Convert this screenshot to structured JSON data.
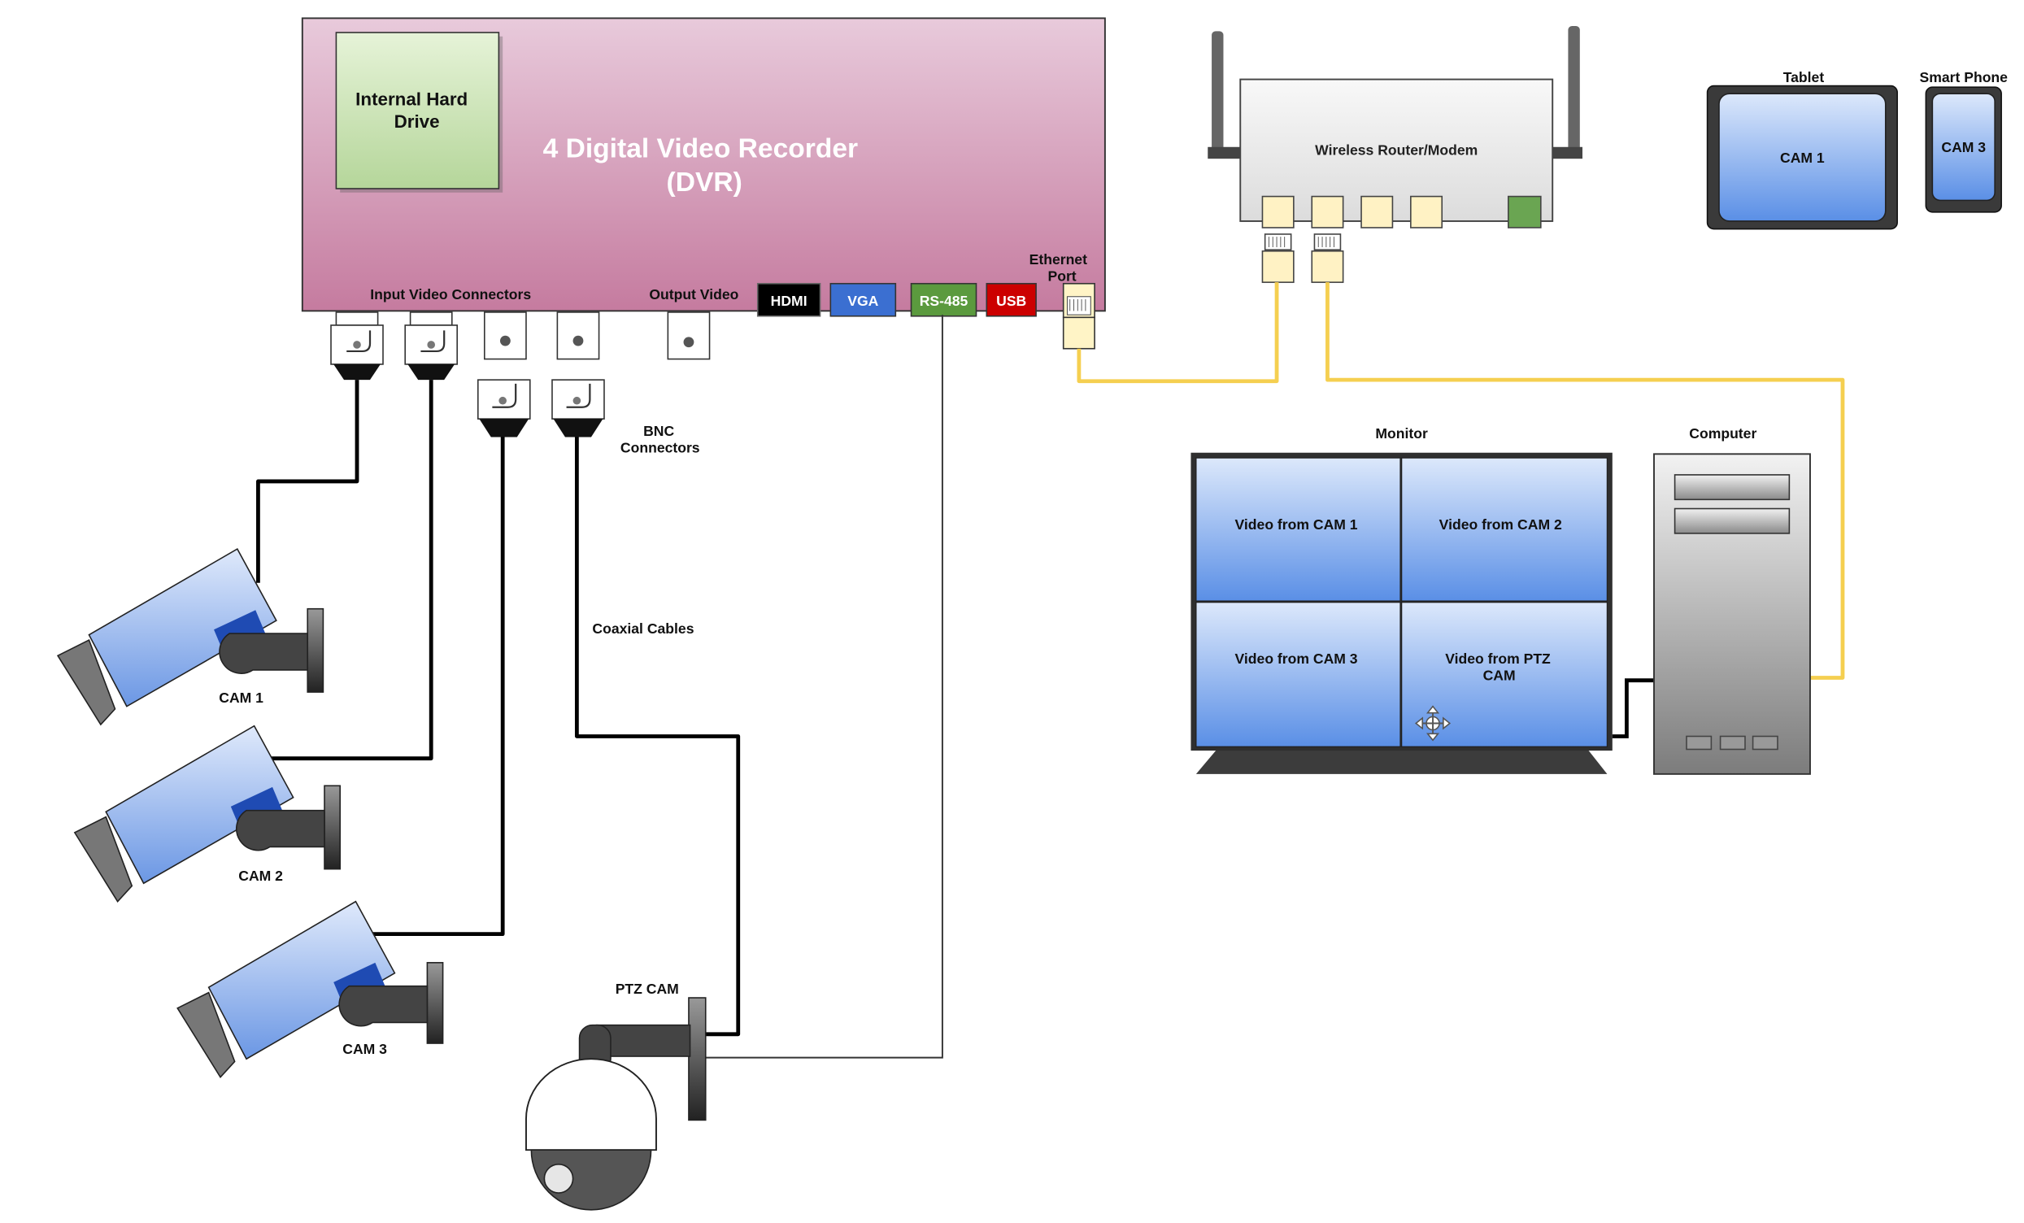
{
  "dvr": {
    "title_line1": "4 Digital Video Recorder",
    "title_line2": "(DVR)",
    "hard_drive_line1": "Internal Hard",
    "hard_drive_line2": "Drive",
    "input_label": "Input Video Connectors",
    "output_label": "Output Video",
    "ports": {
      "hdmi": "HDMI",
      "vga": "VGA",
      "rs485": "RS-485",
      "usb": "USB"
    },
    "ethernet_line1": "Ethernet",
    "ethernet_line2": "Port"
  },
  "labels": {
    "bnc_line1": "BNC",
    "bnc_line2": "Connectors",
    "coax": "Coaxial Cables",
    "cam1": "CAM 1",
    "cam2": "CAM 2",
    "cam3": "CAM 3",
    "ptz": "PTZ CAM"
  },
  "router": {
    "label": "Wireless Router/Modem"
  },
  "tablet": {
    "title": "Tablet",
    "screen": "CAM 1"
  },
  "phone": {
    "title": "Smart Phone",
    "screen": "CAM 3"
  },
  "monitor": {
    "title": "Monitor",
    "q1": "Video from CAM 1",
    "q2": "Video from CAM 2",
    "q3": "Video from CAM 3",
    "q4_line1": "Video from PTZ",
    "q4_line2": "CAM"
  },
  "computer": {
    "title": "Computer"
  },
  "colors": {
    "dvr_top": "#e8cadb",
    "dvr_bottom": "#c57b9f",
    "hdmi": "#000000",
    "vga": "#3b6fd1",
    "rs485": "#5b9a3e",
    "usb": "#cc0000",
    "ethernet_cable": "#f5cf50",
    "screen_top": "#dce8fb",
    "screen_bottom": "#5a8fe6"
  }
}
